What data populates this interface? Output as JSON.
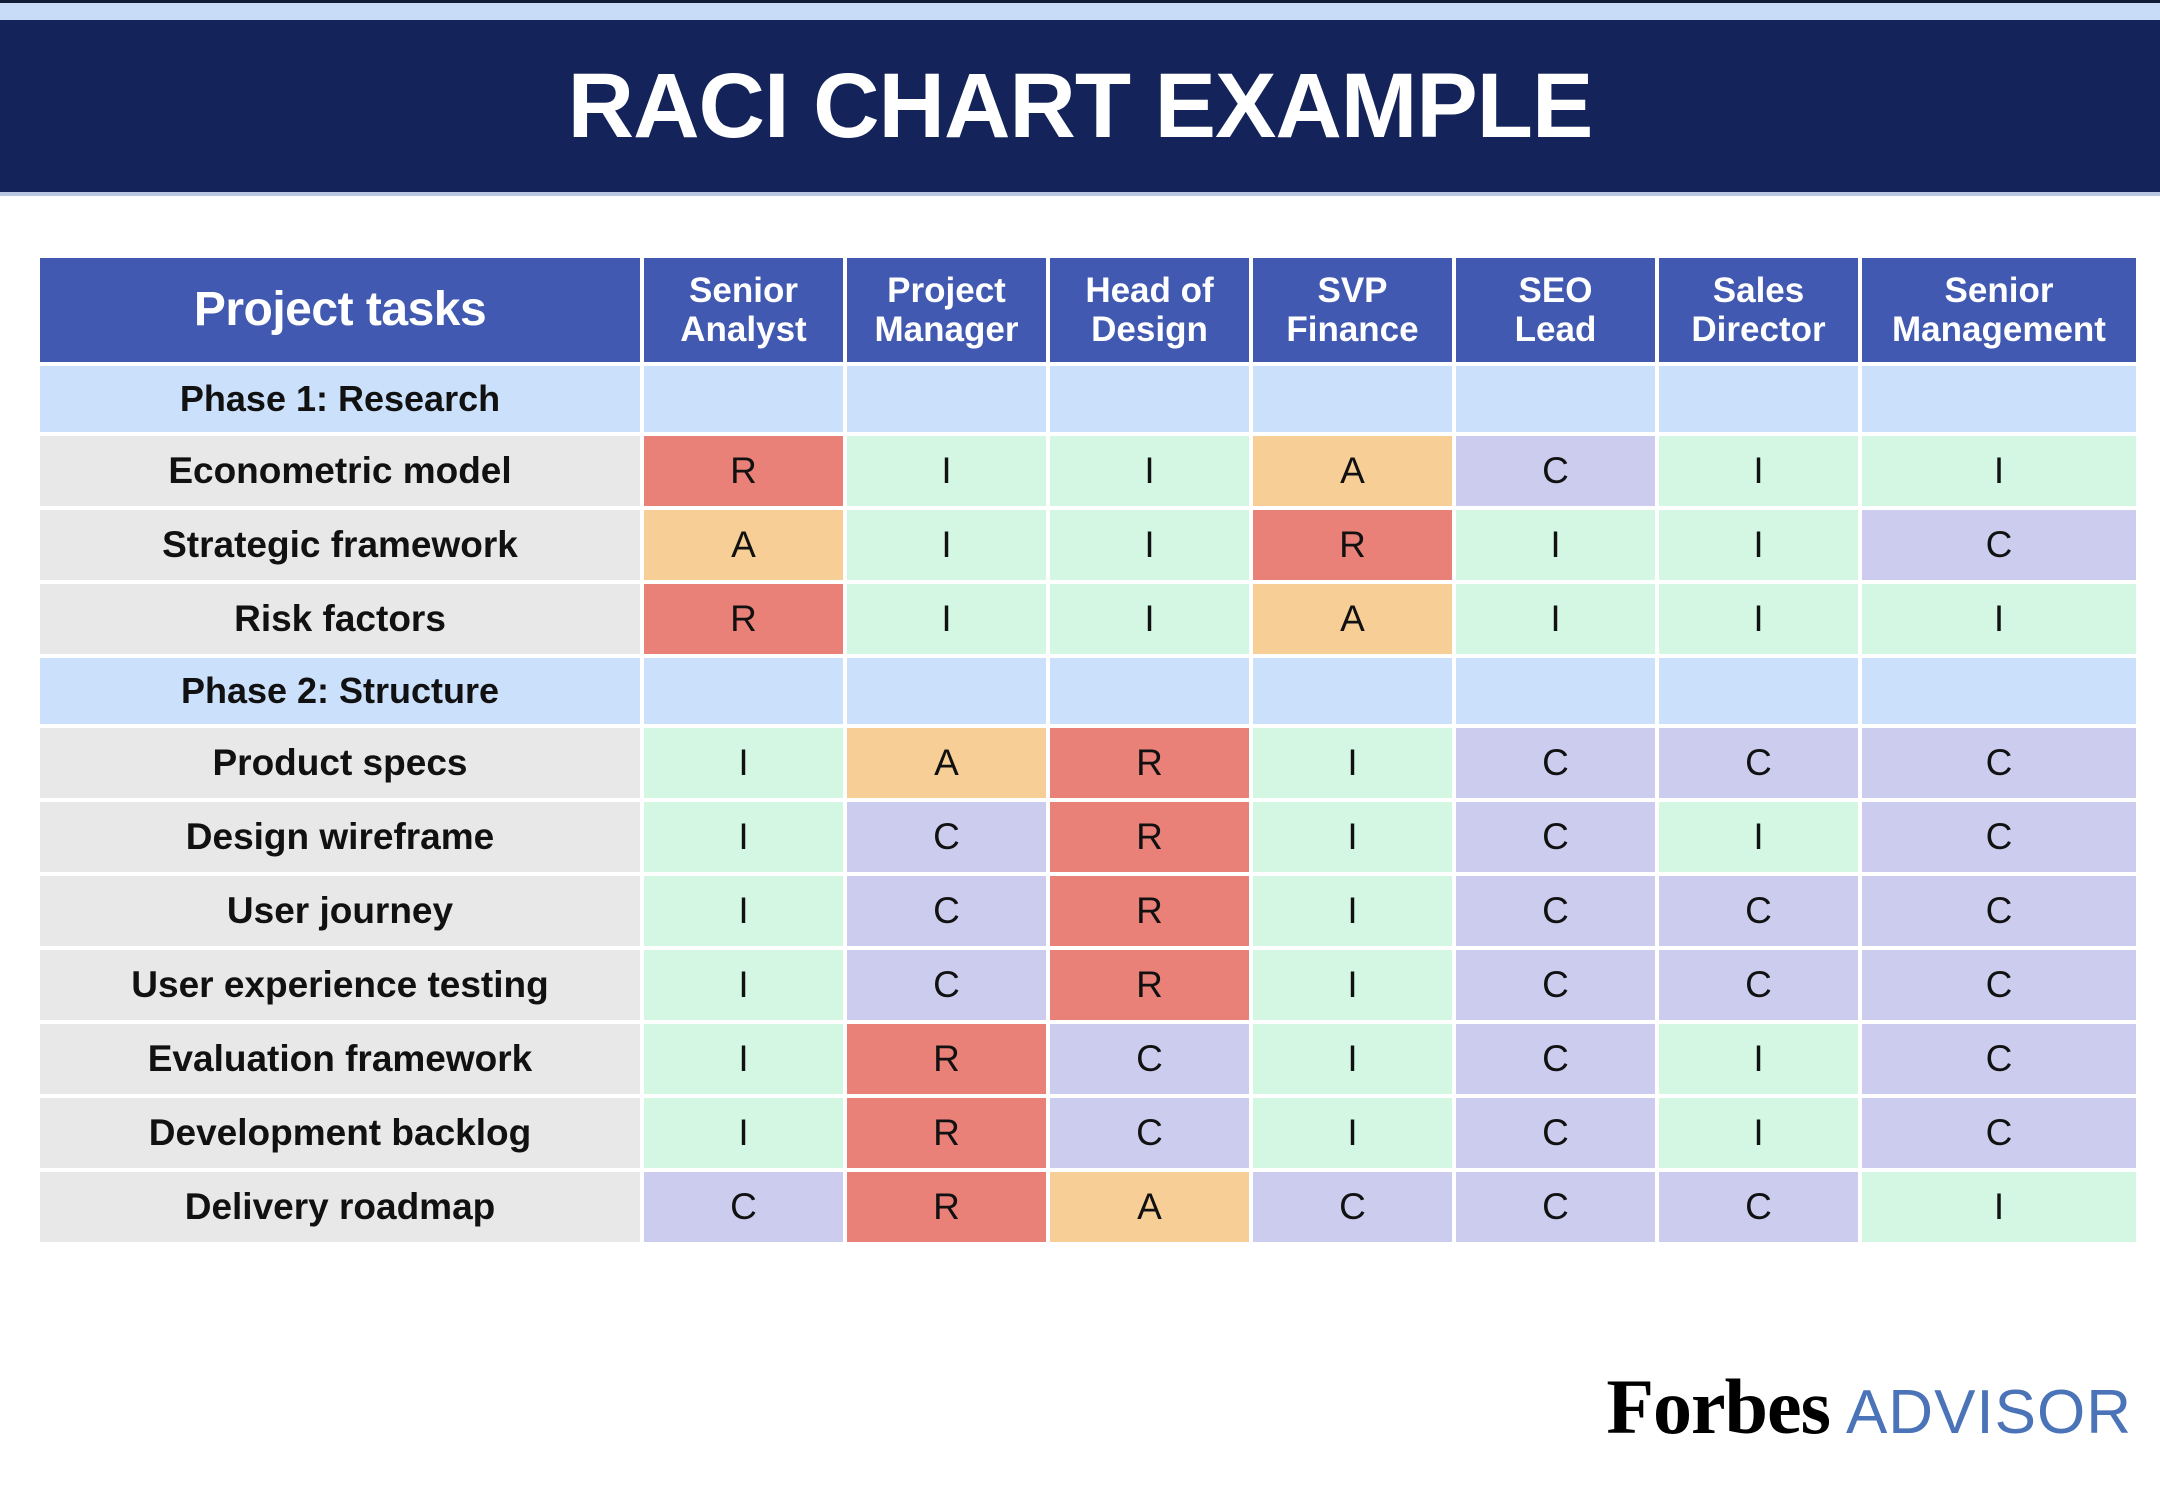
{
  "banner": {
    "title": "RACI CHART EXAMPLE"
  },
  "colors": {
    "banner_bg": "#14245b",
    "top_strip": "#c8dcf7",
    "header_blue": "#4159b0",
    "phase_blue": "#cbe0fb",
    "task_grey": "#e8e8e8",
    "responsible_red": "#ea8178",
    "accountable_orange": "#f7cf96",
    "consulted_purple": "#ccccef",
    "informed_green": "#d4f7e3",
    "advisor_blue": "#4a73b8"
  },
  "table": {
    "task_column_header": "Project tasks",
    "role_headers": [
      {
        "line1": "Senior",
        "line2": "Analyst"
      },
      {
        "line1": "Project",
        "line2": "Manager"
      },
      {
        "line1": "Head of",
        "line2": "Design"
      },
      {
        "line1": "SVP",
        "line2": "Finance"
      },
      {
        "line1": "SEO",
        "line2": "Lead"
      },
      {
        "line1": "Sales",
        "line2": "Director"
      },
      {
        "line1": "Senior",
        "line2": "Management"
      }
    ],
    "rows": [
      {
        "type": "phase",
        "label": "Phase 1: Research",
        "values": [
          "",
          "",
          "",
          "",
          "",
          "",
          ""
        ]
      },
      {
        "type": "task",
        "label": "Econometric model",
        "values": [
          "R",
          "I",
          "I",
          "A",
          "C",
          "I",
          "I"
        ]
      },
      {
        "type": "task",
        "label": "Strategic framework",
        "values": [
          "A",
          "I",
          "I",
          "R",
          "I",
          "I",
          "C"
        ]
      },
      {
        "type": "task",
        "label": "Risk factors",
        "values": [
          "R",
          "I",
          "I",
          "A",
          "I",
          "I",
          "I"
        ]
      },
      {
        "type": "phase",
        "label": "Phase 2: Structure",
        "values": [
          "",
          "",
          "",
          "",
          "",
          "",
          ""
        ]
      },
      {
        "type": "task",
        "label": "Product specs",
        "values": [
          "I",
          "A",
          "R",
          "I",
          "C",
          "C",
          "C"
        ]
      },
      {
        "type": "task",
        "label": "Design wireframe",
        "values": [
          "I",
          "C",
          "R",
          "I",
          "C",
          "I",
          "C"
        ]
      },
      {
        "type": "task",
        "label": "User journey",
        "values": [
          "I",
          "C",
          "R",
          "I",
          "C",
          "C",
          "C"
        ]
      },
      {
        "type": "task",
        "label": "User experience testing",
        "values": [
          "I",
          "C",
          "R",
          "I",
          "C",
          "C",
          "C"
        ]
      },
      {
        "type": "task",
        "label": "Evaluation framework",
        "values": [
          "I",
          "R",
          "C",
          "I",
          "C",
          "I",
          "C"
        ]
      },
      {
        "type": "task",
        "label": "Development backlog",
        "values": [
          "I",
          "R",
          "C",
          "I",
          "C",
          "I",
          "C"
        ]
      },
      {
        "type": "task",
        "label": "Delivery roadmap",
        "values": [
          "C",
          "R",
          "A",
          "C",
          "C",
          "C",
          "I"
        ]
      }
    ]
  },
  "logo": {
    "forbes": "Forbes",
    "advisor": "ADVISOR"
  }
}
